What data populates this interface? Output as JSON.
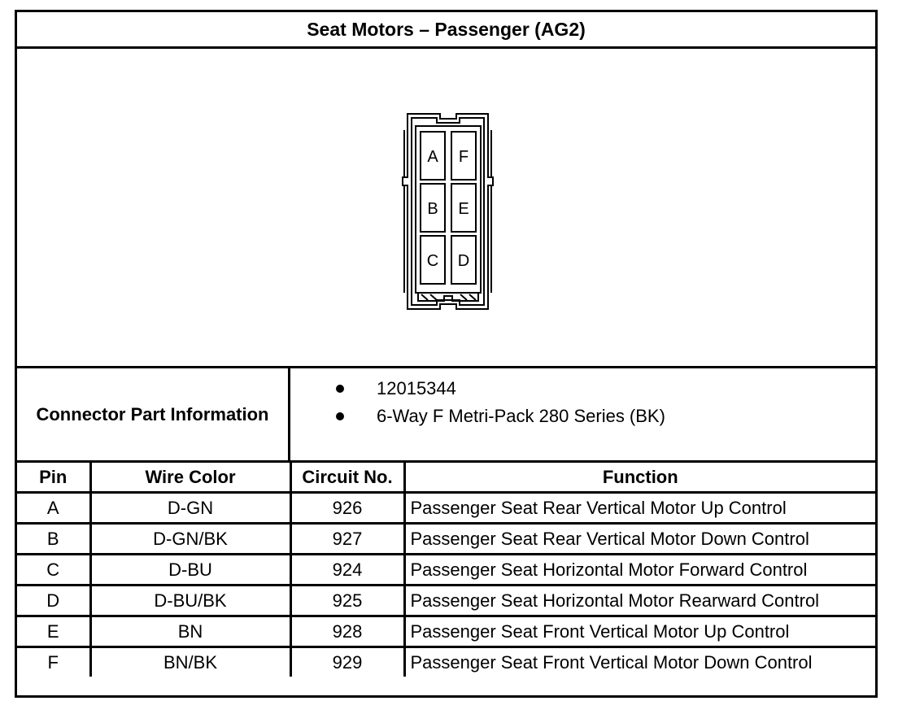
{
  "title": "Seat Motors – Passenger (AG2)",
  "connector": {
    "pins": [
      "A",
      "F",
      "B",
      "E",
      "C",
      "D"
    ]
  },
  "part_info": {
    "label": "Connector Part Information",
    "items": [
      "12015344",
      "6-Way F Metri-Pack 280 Series (BK)"
    ]
  },
  "table": {
    "headers": [
      "Pin",
      "Wire Color",
      "Circuit No.",
      "Function"
    ],
    "rows": [
      {
        "pin": "A",
        "color": "D-GN",
        "circuit": "926",
        "function": "Passenger Seat Rear Vertical Motor Up Control"
      },
      {
        "pin": "B",
        "color": "D-GN/BK",
        "circuit": "927",
        "function": "Passenger Seat Rear Vertical Motor Down Control"
      },
      {
        "pin": "C",
        "color": "D-BU",
        "circuit": "924",
        "function": "Passenger Seat Horizontal Motor Forward Control"
      },
      {
        "pin": "D",
        "color": "D-BU/BK",
        "circuit": "925",
        "function": "Passenger Seat Horizontal Motor Rearward Control"
      },
      {
        "pin": "E",
        "color": "BN",
        "circuit": "928",
        "function": "Passenger Seat Front Vertical Motor Up Control"
      },
      {
        "pin": "F",
        "color": "BN/BK",
        "circuit": "929",
        "function": "Passenger Seat Front Vertical Motor Down Control"
      }
    ]
  }
}
